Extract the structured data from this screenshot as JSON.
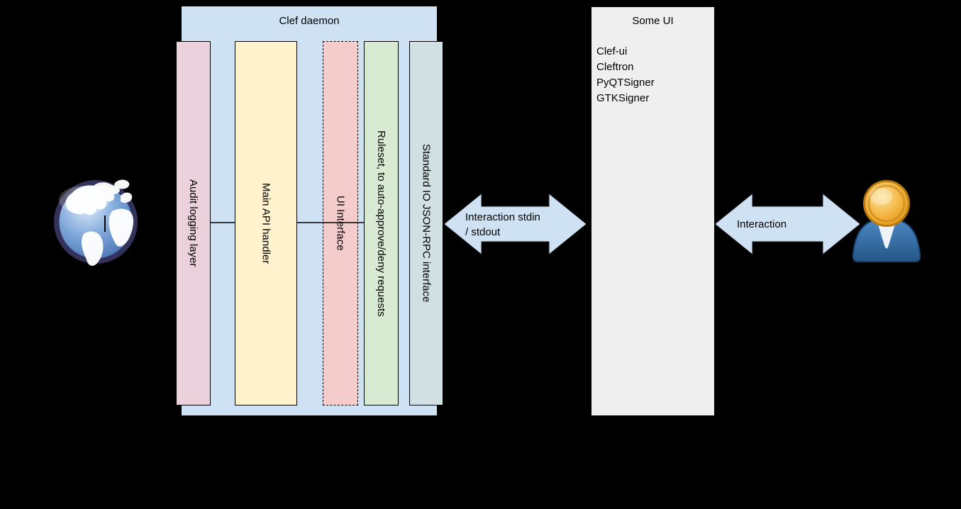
{
  "background_color": "#000000",
  "clef_daemon": {
    "title": "Clef daemon",
    "bg": "#cfe2f3",
    "layers": [
      {
        "label": "Audit logging layer",
        "color": "#ead1dc",
        "border_style": "solid"
      },
      {
        "label": "Main API handler",
        "color": "#fff2cc",
        "border_style": "solid"
      },
      {
        "label": "UI Interface",
        "color": "#f4cccc",
        "border_style": "dashed"
      },
      {
        "label": "Ruleset, to auto-approve/deny requests",
        "color": "#d9ead3",
        "border_style": "solid"
      },
      {
        "label": "Standard IO JSON-RPC interface",
        "color": "#d0e0e3",
        "border_style": "solid"
      }
    ]
  },
  "some_ui": {
    "title": "Some UI",
    "bg": "#efefef",
    "items": [
      "Clef-ui",
      "Cleftron",
      "PyQTSigner",
      "GTKSigner"
    ]
  },
  "arrows": {
    "fill": "#cfe2f3",
    "stdio": {
      "label_line1": "Interaction stdin",
      "label_line2": "/ stdout"
    },
    "user": {
      "label": "Interaction"
    }
  },
  "icons": {
    "left": "globe-icon",
    "right": "user-icon",
    "artifact": "text-cursor-artifact"
  }
}
